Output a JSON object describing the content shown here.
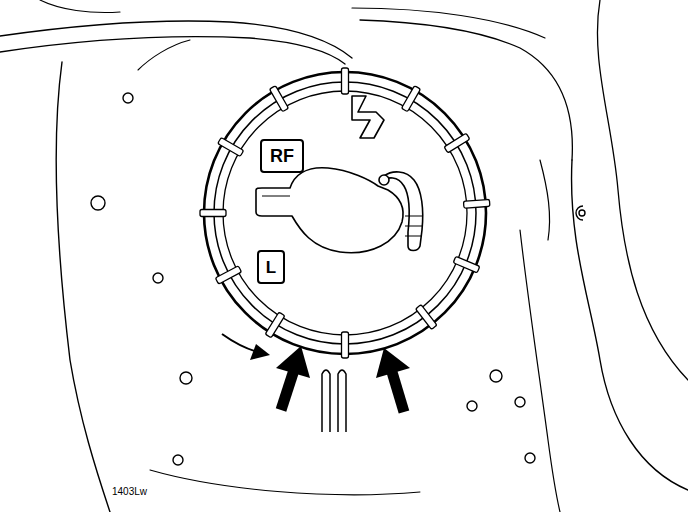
{
  "diagram": {
    "nodes": [
      {
        "text": [
          "RF"
        ]
      },
      {
        "text": [
          "L"
        ]
      }
    ],
    "labels": [
      "1403Lw"
    ]
  }
}
